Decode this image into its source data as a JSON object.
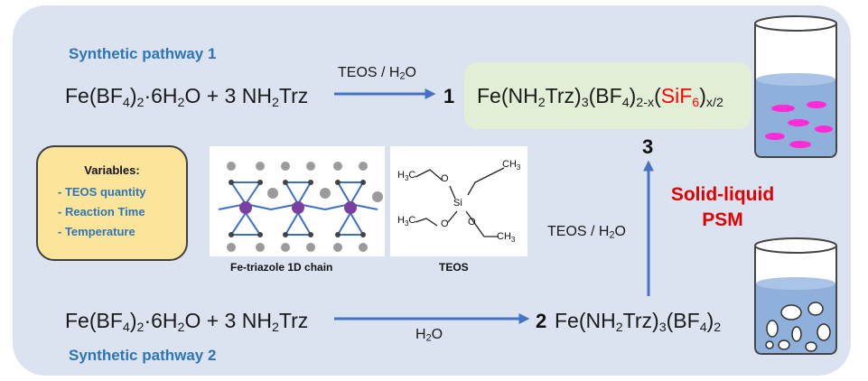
{
  "pathway1": {
    "label": "Synthetic pathway 1",
    "reactant_salt": [
      "Fe(BF",
      "4",
      ")",
      "2",
      "·6H",
      "2",
      "O"
    ],
    "reactant_plus": "+ 3 NH",
    "reactant_ligand_sub": "2",
    "reactant_ligand": "Trz",
    "condition": [
      "TEOS / H",
      "2",
      "O"
    ],
    "product_number": "1"
  },
  "product1": {
    "parts": [
      "Fe(NH",
      "2",
      "Trz)",
      "3",
      "(BF",
      "4",
      ")",
      "2-x",
      "(",
      "SiF",
      "6",
      ")",
      "x/2"
    ]
  },
  "pathway2": {
    "label": "Synthetic pathway 2",
    "reactant_salt": [
      "Fe(BF",
      "4",
      ")",
      "2",
      "·6H",
      "2",
      "O"
    ],
    "reactant_plus": "+ 3 NH",
    "reactant_ligand_sub": "2",
    "reactant_ligand": "Trz",
    "condition": [
      "H",
      "2",
      "O"
    ],
    "product_number": "2",
    "product": [
      "Fe(NH",
      "2",
      "Trz)",
      "3",
      "(BF",
      "4",
      ")",
      "2"
    ]
  },
  "conversion": {
    "product_number": "3",
    "condition": [
      "TEOS / H",
      "2",
      "O"
    ],
    "method_line1": "Solid-liquid",
    "method_line2": "PSM"
  },
  "variables": {
    "title": "Variables:",
    "items": [
      "- TEOS quantity",
      "- Reaction Time",
      "- Temperature"
    ]
  },
  "structures": {
    "chain_caption": "Fe-triazole 1D chain",
    "teos_caption": "TEOS",
    "teos_labels": [
      "H",
      "3",
      "C",
      "CH",
      "3",
      "Si",
      "O"
    ]
  },
  "colors": {
    "panel": "#dbe3f1",
    "pathway_text": "#2e75b6",
    "arrow": "#4472c4",
    "highlight": "#ff0000",
    "psm": "#e00000",
    "product_box": "#e2efd6",
    "variables_box": "#fce59a",
    "magenta_crystals": "#ff2bd6"
  }
}
